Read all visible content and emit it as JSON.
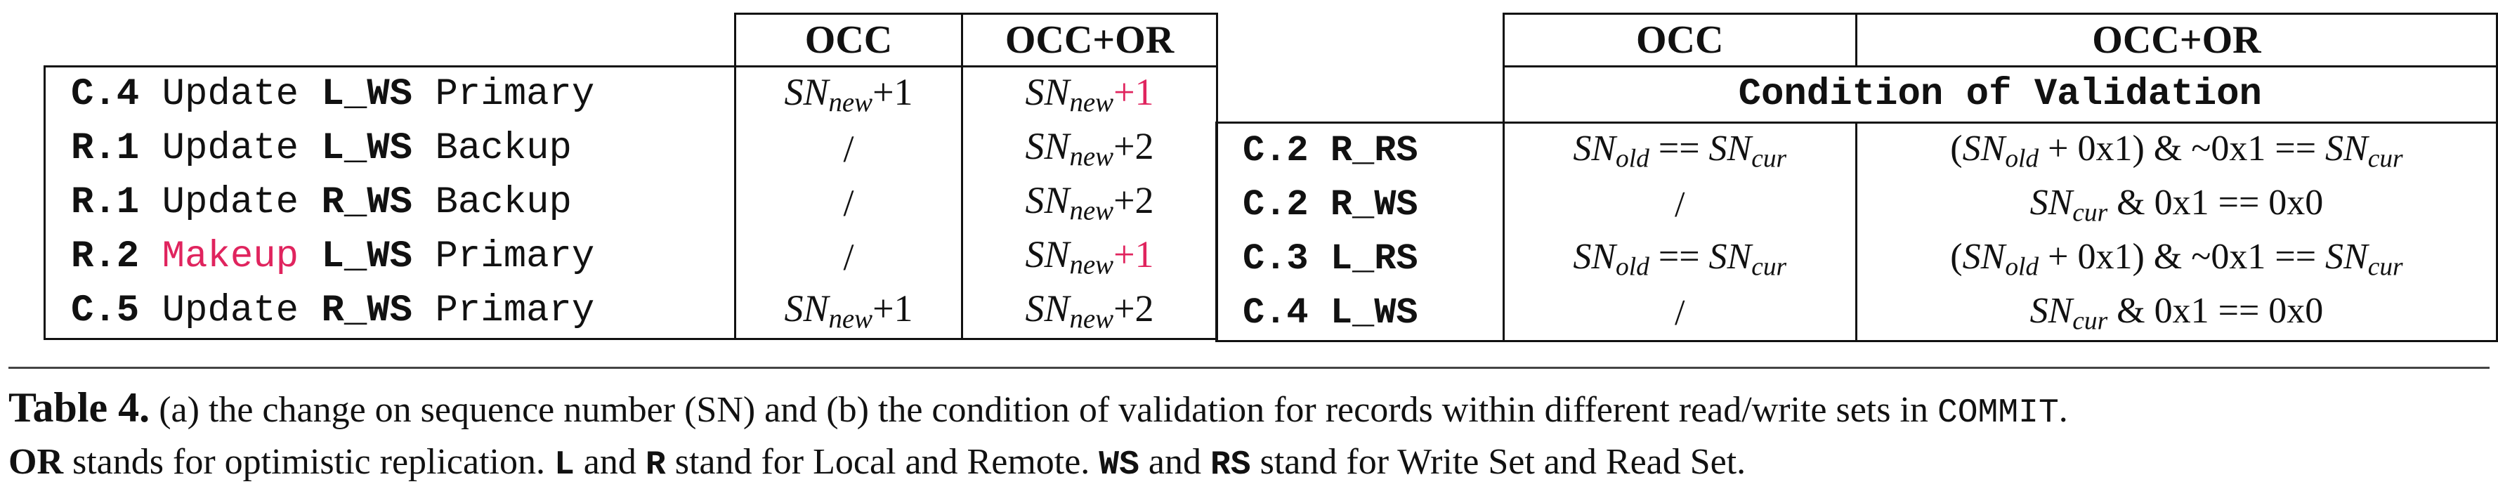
{
  "table_a": {
    "headers": [
      "OCC",
      "OCC+OR"
    ],
    "rows": [
      {
        "id": "C.4",
        "verb": "Update",
        "set": "L_WS",
        "kind": "Primary",
        "occ": "SN_new+1",
        "occ_or": "SN_new+1"
      },
      {
        "id": "R.1",
        "verb": "Update",
        "set": "L_WS",
        "kind": "Backup",
        "occ": "/",
        "occ_or": "SN_new+2"
      },
      {
        "id": "R.1",
        "verb": "Update",
        "set": "R_WS",
        "kind": "Backup",
        "occ": "/",
        "occ_or": "SN_new+2"
      },
      {
        "id": "R.2",
        "verb": "Makeup",
        "set": "L_WS",
        "kind": "Primary",
        "occ": "/",
        "occ_or": "SN_new+1"
      },
      {
        "id": "C.5",
        "verb": "Update",
        "set": "R_WS",
        "kind": "Primary",
        "occ": "SN_new+1",
        "occ_or": "SN_new+2"
      }
    ],
    "highlight_color": "#e0245e"
  },
  "table_b": {
    "headers": [
      "OCC",
      "OCC+OR"
    ],
    "subheader": "Condition of Validation",
    "rows": [
      {
        "id": "C.2",
        "set": "R_RS",
        "occ": "SN_old == SN_cur",
        "occ_or": "(SN_old + 0x1) & ~0x1 == SN_cur"
      },
      {
        "id": "C.2",
        "set": "R_WS",
        "occ": "/",
        "occ_or": "SN_cur & 0x1 == 0x0"
      },
      {
        "id": "C.3",
        "set": "L_RS",
        "occ": "SN_old == SN_cur",
        "occ_or": "(SN_old + 0x1) & ~0x1 == SN_cur"
      },
      {
        "id": "C.4",
        "set": "L_WS",
        "occ": "/",
        "occ_or": "SN_cur & 0x1 == 0x0"
      }
    ]
  },
  "caption": {
    "label": "Table 4.",
    "line1_text": "(a) the change on sequence number (SN) and (b) the condition of validation for records within different read/write sets in",
    "commit": "COMMIT",
    "line1_end": ".",
    "or_abbr": "OR",
    "or_text": "stands for optimistic replication.",
    "l_abbr": "L",
    "and1": "and",
    "r_abbr": "R",
    "lr_text": "stand for Local and Remote.",
    "ws_abbr": "WS",
    "and2": "and",
    "rs_abbr": "RS",
    "wsrs_text": "stand for Write Set and Read Set."
  }
}
